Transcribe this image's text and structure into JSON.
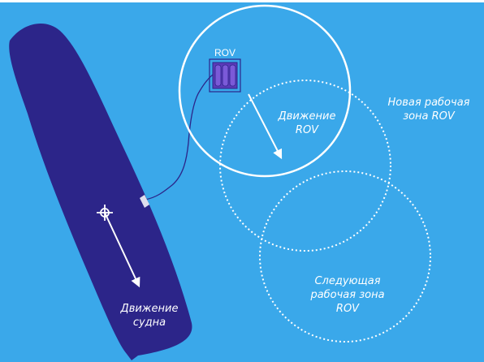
{
  "labels": {
    "rov_tag": "ROV",
    "rov_motion": [
      "Движение",
      "ROV"
    ],
    "new_zone": [
      "Новая рабочая",
      "зона ROV"
    ],
    "next_zone": [
      "Следующая",
      "рабочая зона",
      "ROV"
    ],
    "ship_motion": [
      "Движение",
      "судна"
    ]
  },
  "colors": {
    "background": "#3aa8ea",
    "ship": "#2c2589",
    "rov_body": "#5b3ab8",
    "line": "#ffffff"
  }
}
